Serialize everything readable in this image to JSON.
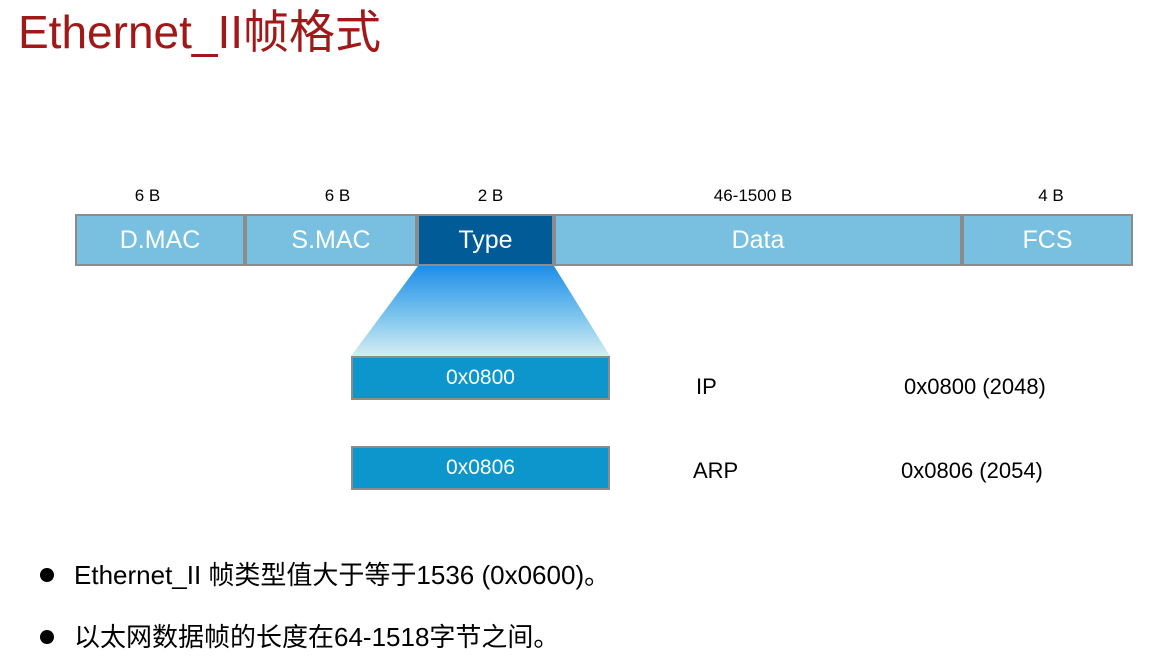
{
  "title": "Ethernet_II帧格式",
  "frame": {
    "fields": [
      {
        "size": "6 B",
        "label": "D.MAC"
      },
      {
        "size": "6 B",
        "label": "S.MAC"
      },
      {
        "size": "2 B",
        "label": "Type"
      },
      {
        "size": "46-1500 B",
        "label": "Data"
      },
      {
        "size": "4 B",
        "label": "FCS"
      }
    ]
  },
  "type_values": [
    {
      "code": "0x0800",
      "protocol": "IP",
      "value": "0x0800 (2048)"
    },
    {
      "code": "0x0806",
      "protocol": "ARP",
      "value": "0x0806 (2054)"
    }
  ],
  "bullets": [
    "Ethernet_II 帧类型值大于等于1536 (0x0600)。",
    "以太网数据帧的长度在64-1518字节之间。"
  ],
  "colors": {
    "title": "#a01818",
    "field_fill": "#79c0e0",
    "type_fill": "#005b96",
    "code_fill": "#0c96cc",
    "funnel_top": "#1e8ee8",
    "funnel_bottom": "#d4eef3",
    "border": "#8c8c8c"
  }
}
